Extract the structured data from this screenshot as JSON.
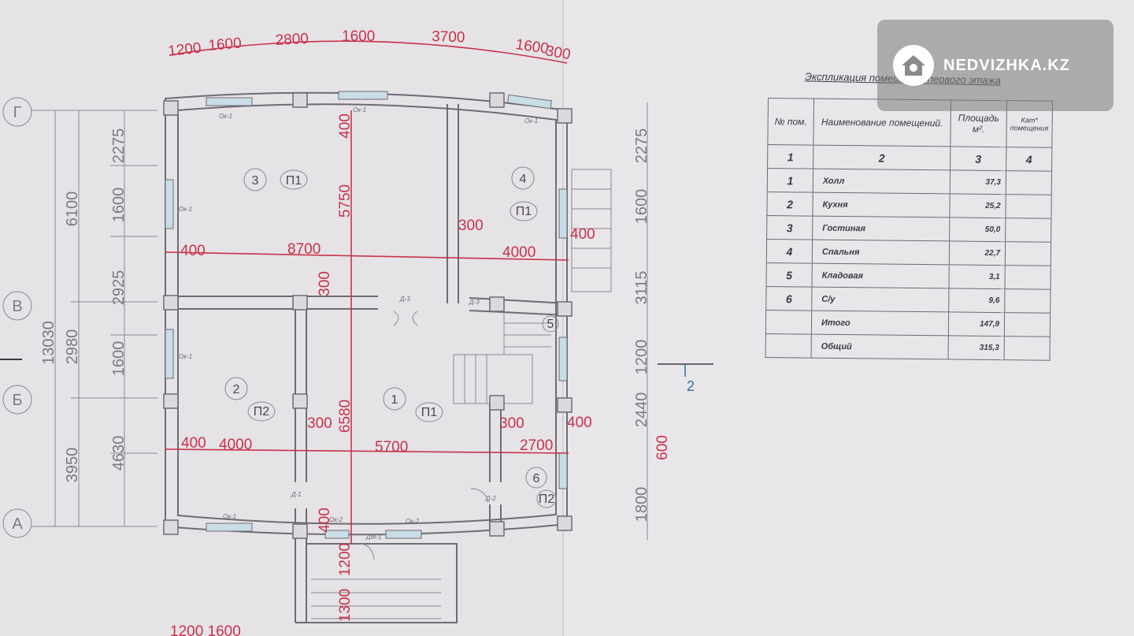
{
  "watermark": {
    "brand": "NEDVIZHKA.KZ"
  },
  "explication": {
    "title": "Экспликация помещений первого этажа",
    "headers": {
      "num": "№ пом.",
      "name": "Наименование помещений.",
      "area": "Площадь м².",
      "cat": "Кат* помещения"
    },
    "index_row": [
      "1",
      "2",
      "3",
      "4"
    ],
    "rows": [
      {
        "num": "1",
        "name": "Холл",
        "area": "37,3"
      },
      {
        "num": "2",
        "name": "Кухня",
        "area": "25,2"
      },
      {
        "num": "3",
        "name": "Гостиная",
        "area": "50,0"
      },
      {
        "num": "4",
        "name": "Спальня",
        "area": "22,7"
      },
      {
        "num": "5",
        "name": "Кладовая",
        "area": "3,1"
      },
      {
        "num": "6",
        "name": "С/у",
        "area": "9,6"
      },
      {
        "num": "",
        "name": "Итого",
        "area": "147,9"
      },
      {
        "num": "",
        "name": "Общий",
        "area": "315,3"
      }
    ]
  },
  "plan": {
    "axes": {
      "g": "Г",
      "v": "В",
      "b": "Б",
      "a": "А"
    },
    "top_dims": [
      "1200",
      "1600",
      "2800",
      "1600",
      "3700",
      "1600",
      "300"
    ],
    "left_outer": "13030",
    "left_mid": [
      "6100",
      "2980",
      "3950"
    ],
    "left_inner": [
      "2275",
      "1600",
      "2925",
      "1600",
      "4630"
    ],
    "right_dims": [
      "2275",
      "1600",
      "3115",
      "1200",
      "2440",
      "600",
      "1800"
    ],
    "inner_dims": {
      "d400a": "400",
      "d8700": "8700",
      "d300a": "300",
      "d4000a": "4000",
      "d400b": "400",
      "v400": "400",
      "v5750": "5750",
      "v300": "300",
      "d400c": "400",
      "d4000b": "4000",
      "d300b": "300",
      "d5700": "5700",
      "d300c": "300",
      "d2700": "2700",
      "d400d": "400",
      "v6580": "6580",
      "v400b": "400",
      "v1200": "1200",
      "v1300": "1300"
    },
    "rooms": [
      {
        "num": "1",
        "cat": "П1"
      },
      {
        "num": "2",
        "cat": "П2"
      },
      {
        "num": "3",
        "cat": "П1"
      },
      {
        "num": "4",
        "cat": "П1"
      },
      {
        "num": "5",
        "cat": ""
      },
      {
        "num": "6",
        "cat": "П2"
      }
    ],
    "marks": {
      "ok1": "Ок-1",
      "ok2": "Ок-2",
      "d1": "Д-1",
      "d2": "Д-2",
      "d3": "Д-3",
      "dm1": "ДМ-1"
    },
    "section_mark": "2",
    "bottom_dims": "1200 1600"
  }
}
